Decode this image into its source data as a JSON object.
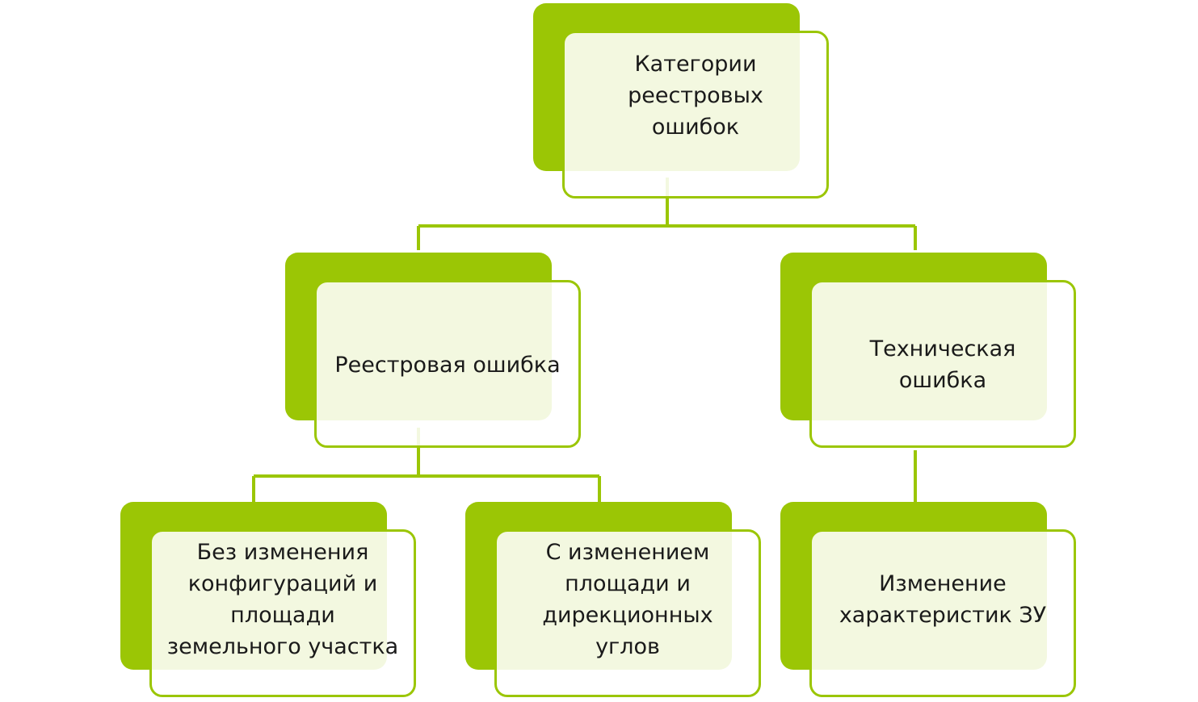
{
  "diagram": {
    "line_color": "#9bc605",
    "fill_color": "#9bc605",
    "nodes": {
      "root": "Категории\nреестровых\nошибок",
      "registry_error": "Реестровая ошибка",
      "technical_error": "Техническая\nошибка",
      "no_change": "Без изменения\nконфигураций и\nплощади\nземельного участка",
      "with_change": "С изменением\nплощади и\nдирекционных\nуглов",
      "characteristics": "Изменение\nхарактеристик ЗУ"
    }
  }
}
